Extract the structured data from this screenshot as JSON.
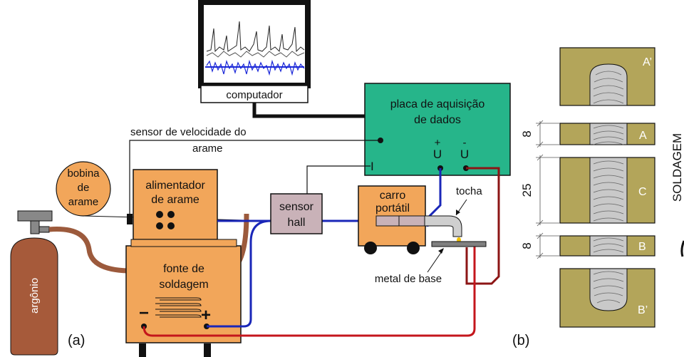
{
  "labels": {
    "computer": "computador",
    "daq_line1": "placa de aquisição",
    "daq_line2": "de dados",
    "speed_sensor_line1": "sensor de velocidade do",
    "speed_sensor_line2": "arame",
    "spool_line1": "bobina",
    "spool_line2": "de",
    "spool_line3": "arame",
    "feeder_line1": "alimentador",
    "feeder_line2": "de arame",
    "hall_line1": "sensor",
    "hall_line2": "hall",
    "cart_line1": "carro",
    "cart_line2": "portátil",
    "torch": "tocha",
    "base_metal": "metal de base",
    "power_line1": "fonte de",
    "power_line2": "soldagem",
    "argon": "argônio",
    "minus_sign": "−",
    "plus_sign": "+",
    "daq_current": "I",
    "daq_plus": "+",
    "daq_u1": "U",
    "daq_minus": "-",
    "daq_u2": "U",
    "panel_a": "(a)",
    "panel_b": "(b)"
  },
  "specimens": {
    "A_prime": "A’",
    "A": "A",
    "C": "C",
    "B": "B",
    "B_prime": "B’",
    "dim_A": "8",
    "dim_C": "25",
    "dim_B": "8",
    "direction": "SOLDAGEM"
  },
  "colors": {
    "orange": "#f2a65a",
    "teal": "#26b58a",
    "grey_box": "#c9b2b8",
    "olive": "#b3a55a",
    "weld": "#c9c9c9",
    "cylinder": "#a65a3a",
    "blue_wire": "#1a27b8",
    "red_wire": "#c4161c",
    "brown_hose": "#9c5a3c"
  }
}
